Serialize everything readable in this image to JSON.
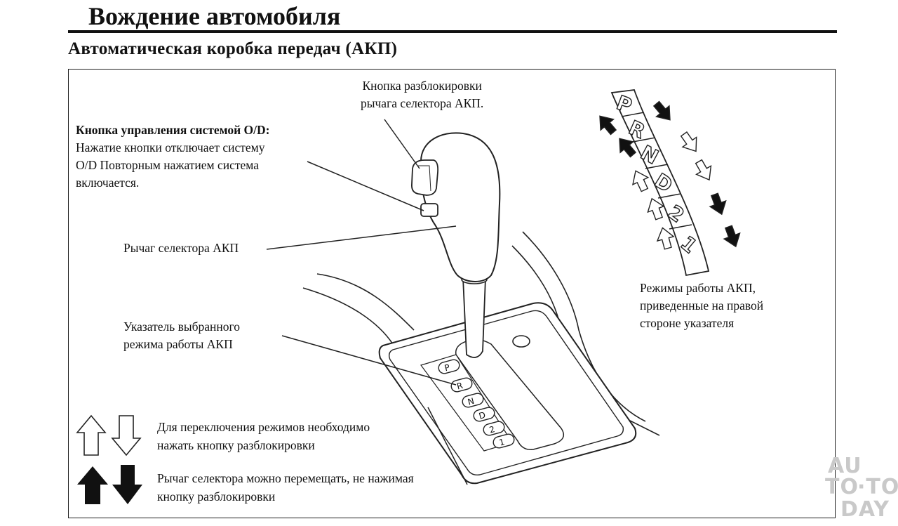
{
  "header": {
    "title": "Вождение автомобиля",
    "section": "Автоматическая коробка передач (АКП)"
  },
  "callouts": {
    "unlock_button": {
      "line1": "Кнопка разблокировки",
      "line2": "рычага селектора АКП."
    },
    "od_button": {
      "heading": "Кнопка управления системой O/D:",
      "line1": "Нажатие кнопки отключает систему",
      "line2": "O/D  Повторным нажатием система",
      "line3": "включается."
    },
    "lever": "Рычаг селектора АКП",
    "indicator": {
      "line1": "Указатель выбранного",
      "line2": "режима работы АКП"
    },
    "modes": {
      "line1": "Режимы работы АКП,",
      "line2": "приведенные на правой",
      "line3": "стороне указателя"
    }
  },
  "gear_strip": [
    "P",
    "R",
    "N",
    "D",
    "2",
    "1"
  ],
  "gate_labels": [
    "P",
    "R",
    "N",
    "D",
    "2",
    "1"
  ],
  "legend": {
    "outline_arrows": {
      "line1": "Для переключения режимов необходимо",
      "line2": "нажать кнопку разблокировки"
    },
    "solid_arrows": {
      "line1": "Рычаг селектора можно перемещать, не нажимая",
      "line2": "кнопку разблокировки"
    }
  },
  "watermark": {
    "line1": "AU",
    "line2": "TO",
    "line3": "·TO",
    "line4": "DAY"
  },
  "icons": [
    "arrow-up-outline-icon",
    "arrow-down-outline-icon",
    "arrow-up-solid-icon",
    "arrow-down-solid-icon"
  ],
  "colors": {
    "ink": "#111111",
    "paper": "#ffffff",
    "watermark": "#c9c9c9"
  }
}
